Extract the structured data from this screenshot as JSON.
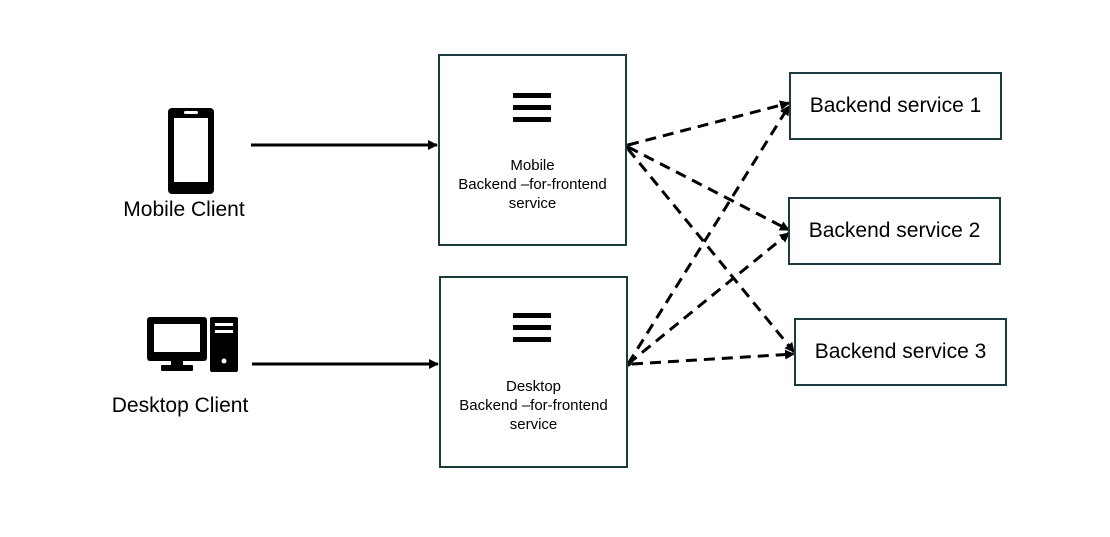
{
  "clients": {
    "mobile": {
      "label": "Mobile Client",
      "icon": "mobile-phone-icon"
    },
    "desktop": {
      "label": "Desktop Client",
      "icon": "desktop-computer-icon"
    }
  },
  "bff": {
    "mobile": {
      "icon": "menu-icon",
      "line1": "Mobile",
      "line2": "Backend –for-frontend",
      "line3": "service"
    },
    "desktop": {
      "icon": "menu-icon",
      "line1": "Desktop",
      "line2": "Backend –for-frontend",
      "line3": "service"
    }
  },
  "services": [
    {
      "label": "Backend service 1"
    },
    {
      "label": "Backend service 2"
    },
    {
      "label": "Backend service 3"
    }
  ],
  "colors": {
    "box_border": "#1c3a3f",
    "stroke": "#000000",
    "background": "#ffffff"
  }
}
